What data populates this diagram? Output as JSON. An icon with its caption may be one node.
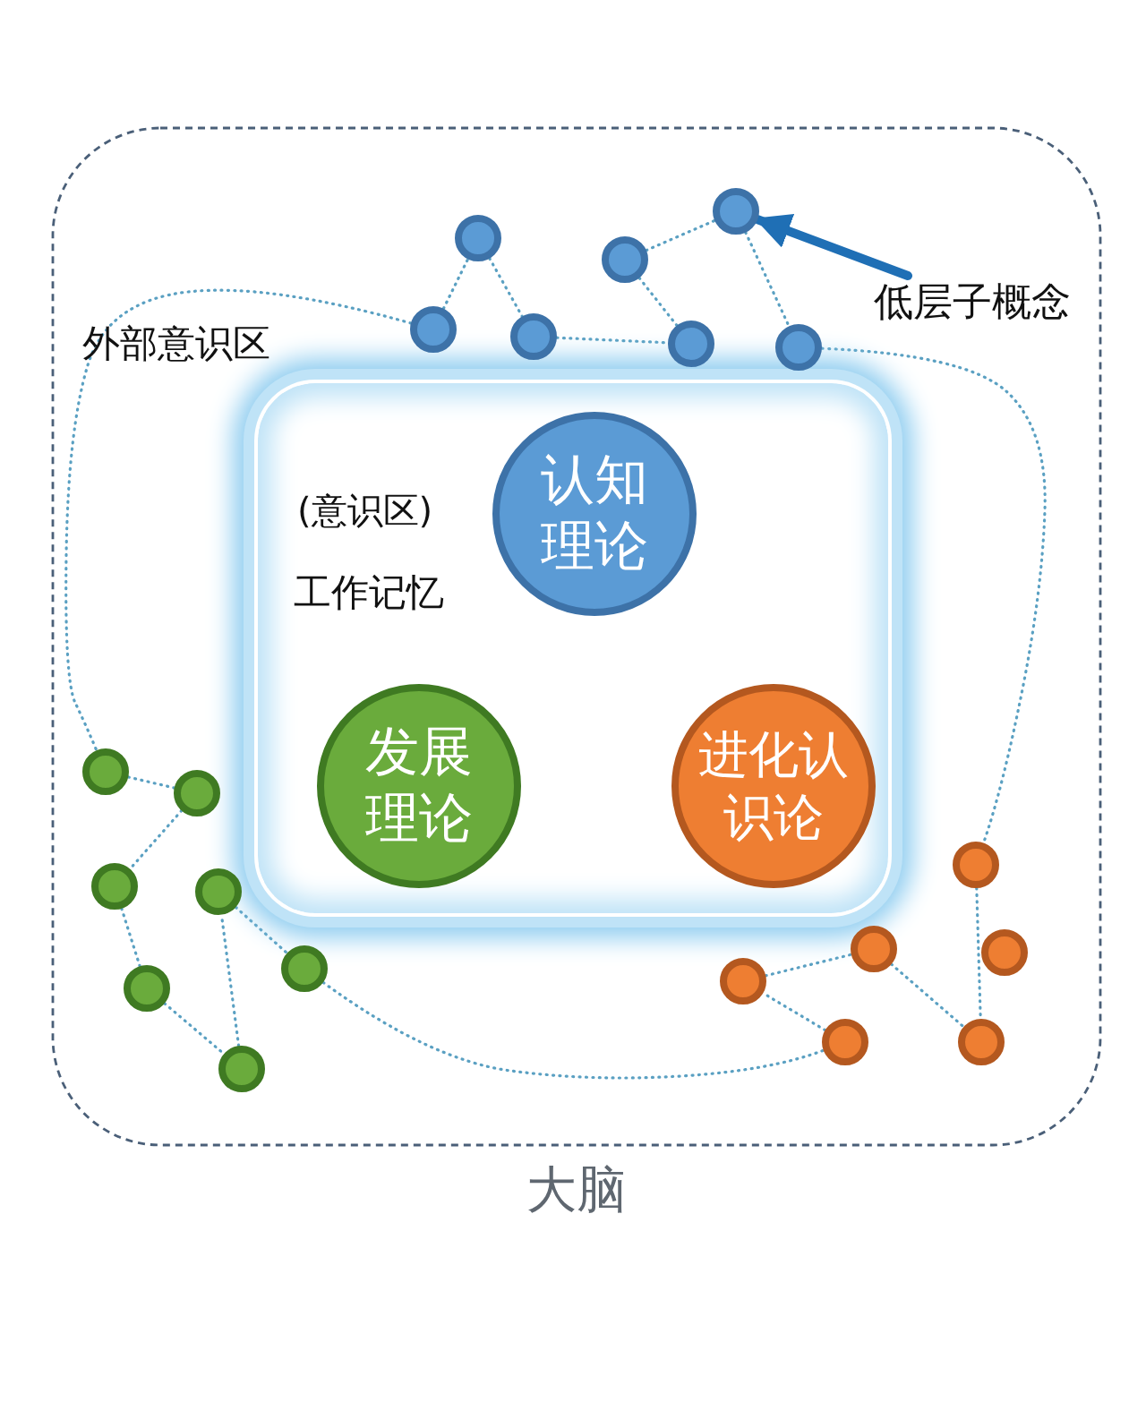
{
  "diagram": {
    "nodes": [
      {
        "text": [
          "大脑"
        ]
      },
      {
        "text": [
          "(意识区)",
          "工作记忆"
        ],
        "in": 0
      },
      {
        "text": [
          "认知理论"
        ],
        "in": 1
      },
      {
        "text": [
          "发展理论"
        ],
        "in": 1
      },
      {
        "text": [
          "进化认识论"
        ],
        "in": 1
      },
      {
        "text": [],
        "shape": "circle",
        "in": 0
      },
      {
        "text": [],
        "shape": "circle",
        "in": 0
      },
      {
        "text": [],
        "shape": "circle",
        "in": 0
      },
      {
        "text": [],
        "shape": "circle",
        "in": 0
      },
      {
        "text": [],
        "shape": "circle",
        "in": 0
      },
      {
        "text": [],
        "shape": "circle",
        "in": 0
      },
      {
        "text": [],
        "shape": "circle",
        "in": 0
      },
      {
        "text": [],
        "shape": "circle",
        "in": 0
      },
      {
        "text": [],
        "shape": "circle",
        "in": 0
      },
      {
        "text": [],
        "shape": "circle",
        "in": 0
      },
      {
        "text": [],
        "shape": "circle",
        "in": 0
      },
      {
        "text": [],
        "shape": "circle",
        "in": 0
      },
      {
        "text": [],
        "shape": "circle",
        "in": 0
      },
      {
        "text": [],
        "shape": "circle",
        "in": 0
      },
      {
        "text": [],
        "shape": "circle",
        "in": 0
      },
      {
        "text": [],
        "shape": "circle",
        "in": 0
      },
      {
        "text": [],
        "shape": "circle",
        "in": 0
      },
      {
        "text": [],
        "shape": "circle",
        "in": 0
      },
      {
        "text": [],
        "shape": "circle",
        "in": 0
      },
      {
        "text": [],
        "shape": "circle",
        "in": 0
      },
      {
        "text": [
          "低层子概念"
        ],
        "in": 0
      }
    ],
    "edges": [
      {
        "from": 5,
        "to": 6,
        "arrow": "none",
        "style": "dashed"
      },
      {
        "from": 6,
        "to": 7,
        "arrow": "none",
        "style": "dashed"
      },
      {
        "from": 7,
        "to": 9,
        "arrow": "none",
        "style": "dashed"
      },
      {
        "from": 9,
        "to": 8,
        "arrow": "none",
        "style": "dashed"
      },
      {
        "from": 8,
        "to": 10,
        "arrow": "none",
        "style": "dashed"
      },
      {
        "from": 10,
        "to": 11,
        "arrow": "none",
        "style": "dashed"
      },
      {
        "from": 5,
        "to": 12,
        "arrow": "none",
        "style": "dashed"
      },
      {
        "from": 11,
        "to": 22,
        "arrow": "none",
        "style": "dashed"
      },
      {
        "from": 12,
        "to": 15,
        "arrow": "none",
        "style": "dashed"
      },
      {
        "from": 15,
        "to": 13,
        "arrow": "none",
        "style": "dashed"
      },
      {
        "from": 13,
        "to": 14,
        "arrow": "none",
        "style": "dashed"
      },
      {
        "from": 14,
        "to": 17,
        "arrow": "none",
        "style": "dashed"
      },
      {
        "from": 17,
        "to": 16,
        "arrow": "none",
        "style": "dashed"
      },
      {
        "from": 16,
        "to": 18,
        "arrow": "none",
        "style": "dashed"
      },
      {
        "from": 18,
        "to": 20,
        "arrow": "none",
        "style": "dashed"
      },
      {
        "from": 20,
        "to": 19,
        "arrow": "none",
        "style": "dashed"
      },
      {
        "from": 19,
        "to": 21,
        "arrow": "none",
        "style": "dashed"
      },
      {
        "from": 21,
        "to": 23,
        "arrow": "none",
        "style": "dashed"
      },
      {
        "from": 22,
        "to": 23,
        "arrow": "none",
        "style": "dashed"
      },
      {
        "from": 25,
        "to": 10,
        "arrow": "to",
        "style": "thick",
        "color": "#1f6fb5"
      }
    ],
    "labels": [
      "外部意识区"
    ]
  }
}
